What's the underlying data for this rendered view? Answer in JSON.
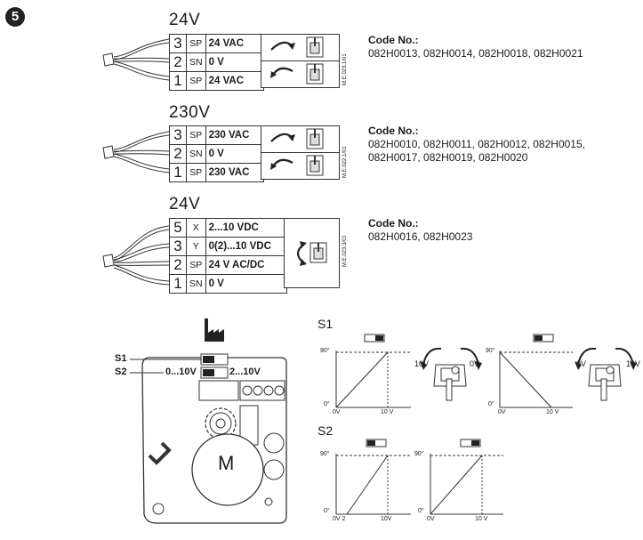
{
  "step_number": "5",
  "wiring_blocks": [
    {
      "voltage": "24V",
      "rows": [
        {
          "num": "3",
          "code": "SP",
          "value": "24 VAC"
        },
        {
          "num": "2",
          "code": "SN",
          "value": "0 V"
        },
        {
          "num": "1",
          "code": "SP",
          "value": "24 VAC"
        }
      ],
      "side_text": "M.E.023.1/01",
      "code_title": "Code No.:",
      "codes": [
        "082H0013, 082H0014, 082H0018, 082H0021"
      ]
    },
    {
      "voltage": "230V",
      "rows": [
        {
          "num": "3",
          "code": "SP",
          "value": "230 VAC"
        },
        {
          "num": "2",
          "code": "SN",
          "value": "0 V"
        },
        {
          "num": "1",
          "code": "SP",
          "value": "230 VAC"
        }
      ],
      "side_text": "M.E.022.1/01",
      "code_title": "Code No.:",
      "codes": [
        "082H0010, 082H0011, 082H0012, 082H0015,",
        "082H0017, 082H0019, 082H0020"
      ]
    },
    {
      "voltage": "24V",
      "rows": [
        {
          "num": "5",
          "code": "X",
          "value": "2...10 VDC"
        },
        {
          "num": "3",
          "code": "Y",
          "value": "0(2)...10 VDC"
        },
        {
          "num": "2",
          "code": "SP",
          "value": "24 V AC/DC"
        },
        {
          "num": "1",
          "code": "SN",
          "value": "0 V"
        }
      ],
      "side_text": "M.E.023.3/01",
      "code_title": "Code No.:",
      "codes": [
        "082H0016, 082H0023"
      ]
    }
  ],
  "board": {
    "s1_label": "S1",
    "s2_label": "S2",
    "range_low": "0...10V",
    "range_high": "2...10V",
    "motor_label": "M"
  },
  "graphs": {
    "s1_title": "S1",
    "s2_title": "S2",
    "deg90": "90°",
    "deg0": "0°",
    "x_0v": "0V",
    "x_10v": "10 V",
    "x_0v2": "0V 2",
    "x_10v_alt": "10V",
    "label_10v": "10V",
    "label_0v": "0V"
  },
  "colors": {
    "ink": "#1a1a1a",
    "accent": "#222222"
  }
}
